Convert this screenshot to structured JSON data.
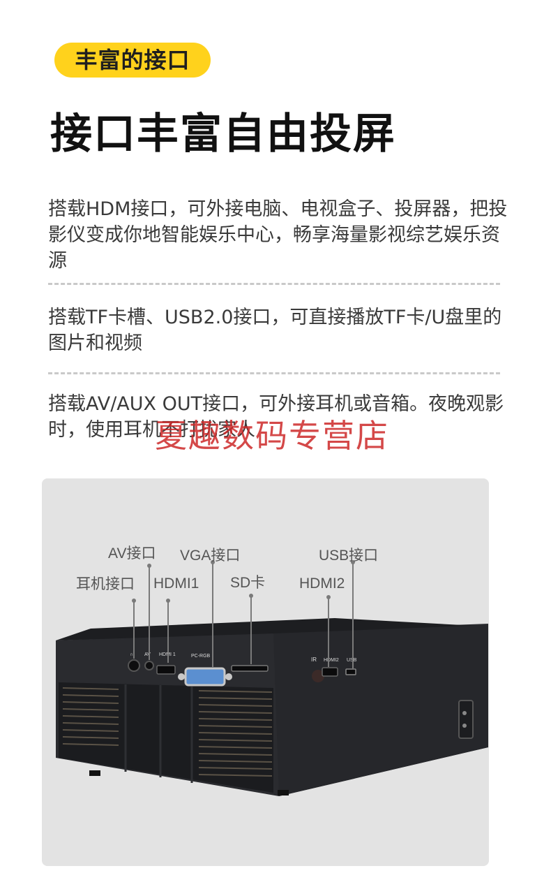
{
  "badge": "丰富的接口",
  "title": "接口丰富自由投屏",
  "paragraphs": [
    "搭载HDM接口，可外接电脑、电视盒子、投屏器，把投影仪变成你地智能娱乐中心，畅享海量影视综艺娱乐资源",
    "搭载TF卡槽、USB2.0接口，可直接播放TF卡/U盘里的图片和视频",
    "搭载AV/AUX OUT接口，可外接耳机或音箱。夜晚观影时，使用耳机不打扰家人"
  ],
  "watermark": "夏趣数码专营店",
  "ports": {
    "av": "AV接口",
    "vga": "VGA接口",
    "usb": "USB接口",
    "earphone": "耳机接口",
    "hdmi1": "HDMI1",
    "sd": "SD卡",
    "hdmi2": "HDMI2"
  },
  "device_silkscreen": {
    "av": "AV",
    "hdmi1": "HDMI 1",
    "pcrgb": "PC-RGB",
    "ir": "IR",
    "hdmi2": "HDMI2",
    "usb": "USB"
  },
  "colors": {
    "badge_bg": "#ffd21c",
    "panel_bg": "#e3e3e3",
    "device_body": "#2c2d31",
    "watermark": "#cd2828"
  }
}
